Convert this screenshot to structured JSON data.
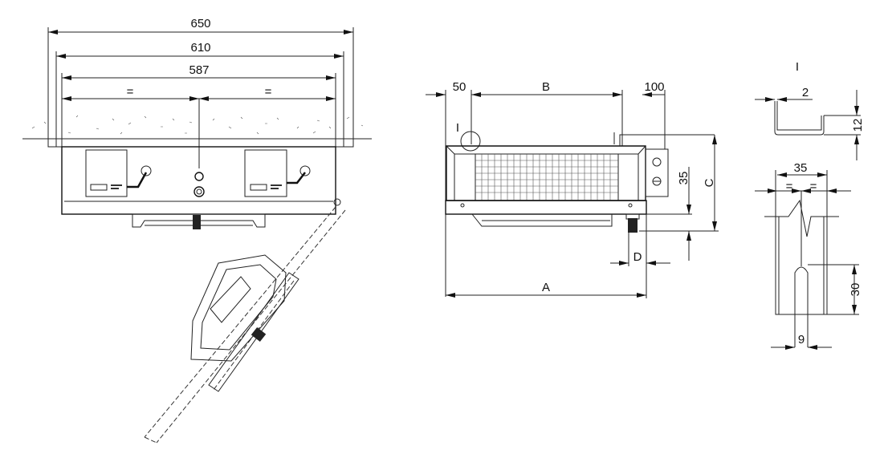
{
  "left_view": {
    "dim_650": "650",
    "dim_610": "610",
    "dim_587": "587",
    "equal_left": "=",
    "equal_right": "="
  },
  "middle_view": {
    "dim_50": "50",
    "dim_b": "B",
    "dim_100": "100",
    "detail_ref": "I",
    "dim_35": "35",
    "dim_c": "C",
    "dim_d": "D",
    "dim_a": "A"
  },
  "detail_view": {
    "title": "I",
    "dim_2": "2",
    "dim_12": "12",
    "dim_35": "35",
    "equal_left": "=",
    "equal_right": "=",
    "dim_30": "30",
    "dim_9": "9"
  }
}
